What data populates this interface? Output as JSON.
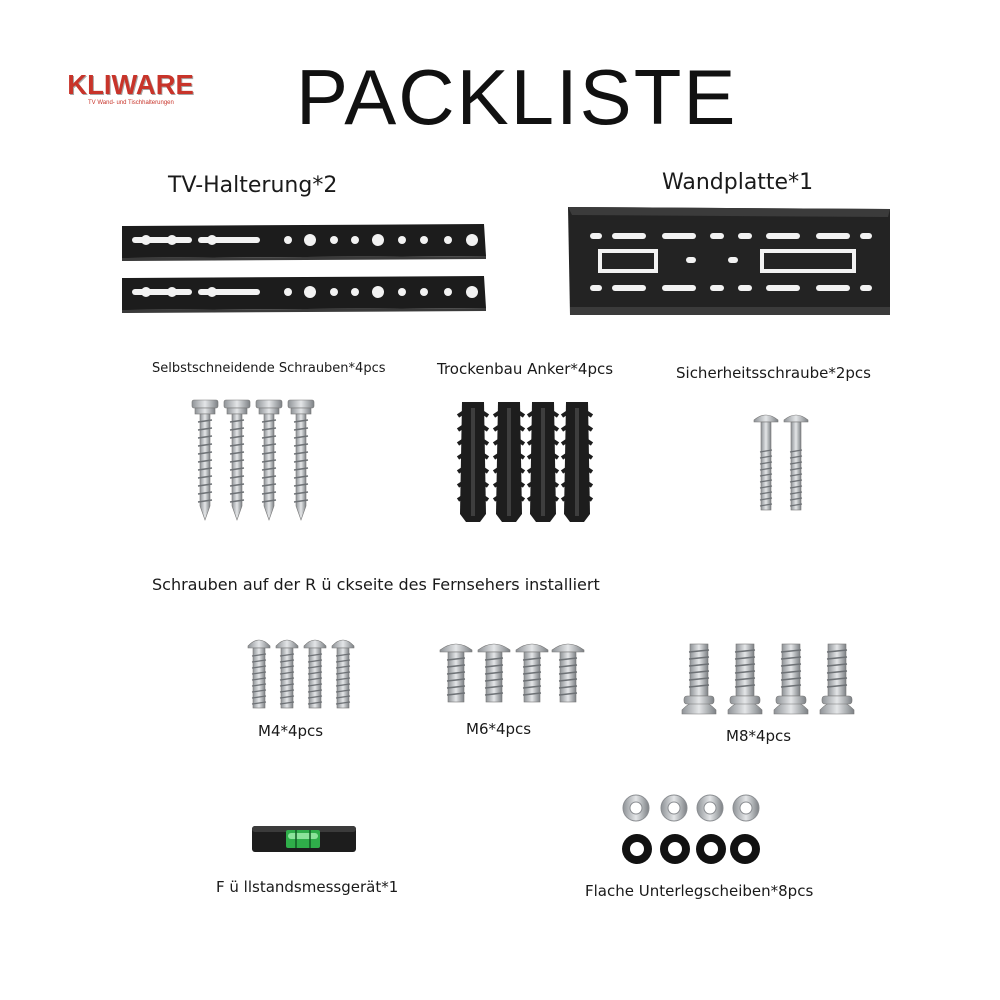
{
  "brand": {
    "logo_text": "KLIWARE",
    "tagline": "TV Wand- und Tischhalterungen",
    "color": "#c8342a"
  },
  "page": {
    "title": "PACKLISTE"
  },
  "items": {
    "tv_bracket": "TV-Halterung*2",
    "wall_plate": "Wandplatte*1",
    "self_tapping_screws": "Selbstschneidende Schrauben*4pcs",
    "drywall_anchors": "Trockenbau Anker*4pcs",
    "safety_screw": "Sicherheitsschraube*2pcs",
    "tv_screws_heading": "Schrauben auf der R ü ckseite des Fernsehers installiert",
    "m4": "M4*4pcs",
    "m6": "M6*4pcs",
    "m8": "M8*4pcs",
    "level": "F ü llstandsmessgerät*1",
    "washers": "Flache Unterlegscheiben*8pcs"
  },
  "icons": {
    "bracket": "tv-bracket-icon",
    "plate": "wall-plate-icon",
    "screw": "screw-icon",
    "anchor": "anchor-icon",
    "level": "spirit-level-icon",
    "washer": "washer-icon"
  },
  "colors": {
    "metal_dark": "#1c1c1c",
    "steel": "#b9bcc0",
    "level_green": "#2fae4a"
  }
}
